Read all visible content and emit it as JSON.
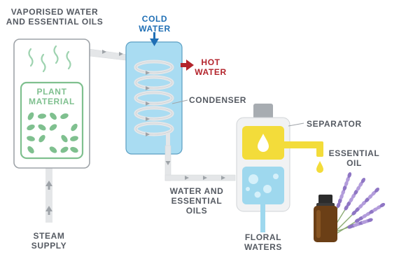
{
  "labels": {
    "vaporised": [
      "VAPORISED WATER",
      "AND ESSENTIAL OILS"
    ],
    "cold_water": [
      "COLD",
      "WATER"
    ],
    "hot_water": [
      "HOT",
      "WATER"
    ],
    "plant_material": [
      "PLANT",
      "MATERIAL"
    ],
    "condenser": "CONDENSER",
    "separator": "SEPARATOR",
    "essential_oil": [
      "ESSENTIAL",
      "OIL"
    ],
    "water_and_oils": [
      "WATER AND",
      "ESSENTIAL",
      "OILS"
    ],
    "steam_supply": [
      "STEAM",
      "SUPPLY"
    ],
    "floral_waters": [
      "FLORAL",
      "WATERS"
    ]
  },
  "colors": {
    "outline": "#9ea3a8",
    "pipe": "#e4e6e8",
    "plant_green": "#7fc08f",
    "steam_green": "#9ed3b0",
    "condenser_blue": "#a9dcf2",
    "cold_water_blue": "#1f6fb5",
    "hot_water_red": "#b3242c",
    "oil_yellow": "#f3dc3a",
    "water_blue": "#9ed8ee",
    "label_dark": "#555a62",
    "lavender": "#8f76c4",
    "bottle_amber": "#6b3f16"
  },
  "icons": [
    "steam-wave-icon",
    "leaf-icon",
    "oil-drop-icon",
    "water-bubble-icon",
    "lavender-sprig-icon",
    "oil-bottle-icon",
    "flow-arrow-icon"
  ]
}
